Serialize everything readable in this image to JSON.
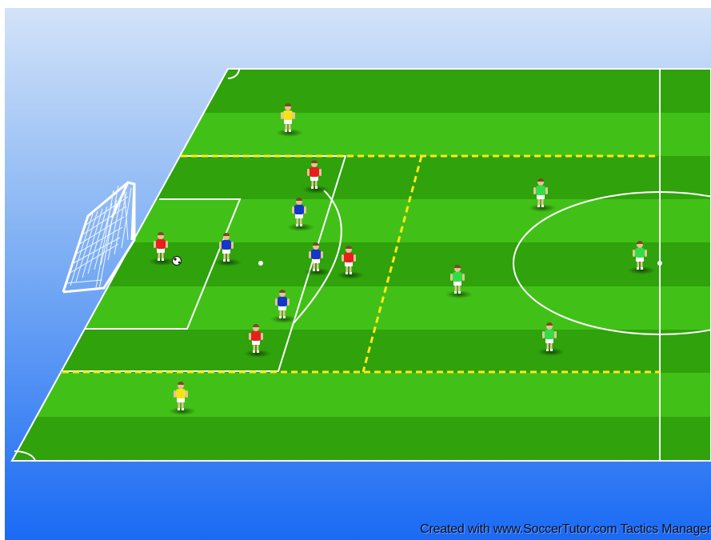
{
  "credit": "Created with www.SoccerTutor.com Tactics Manager",
  "colors": {
    "sky_top": "#c9dcf7",
    "sky_bottom": "#1f6ef2",
    "grass_light": "#3fc016",
    "grass_dark": "#2fa20c",
    "zone_line": "#ffe81a",
    "team_red": "#e8201b",
    "team_blue": "#1636c8",
    "team_green": "#33dd44",
    "neutral_yellow": "#f4e21a"
  },
  "players": [
    {
      "team": "neutral_yellow",
      "name": "neutral-yellow-top"
    },
    {
      "team": "neutral_yellow",
      "name": "neutral-yellow-bottom"
    },
    {
      "team": "red",
      "name": "red-player-1"
    },
    {
      "team": "red",
      "name": "red-player-ball"
    },
    {
      "team": "red",
      "name": "red-player-2"
    },
    {
      "team": "red",
      "name": "red-player-3"
    },
    {
      "team": "blue",
      "name": "blue-player-1"
    },
    {
      "team": "blue",
      "name": "blue-player-2"
    },
    {
      "team": "blue",
      "name": "blue-player-3"
    },
    {
      "team": "blue",
      "name": "blue-player-4"
    },
    {
      "team": "green",
      "name": "green-player-1"
    },
    {
      "team": "green",
      "name": "green-player-2"
    },
    {
      "team": "green",
      "name": "green-player-3"
    },
    {
      "team": "green",
      "name": "green-player-4"
    }
  ]
}
